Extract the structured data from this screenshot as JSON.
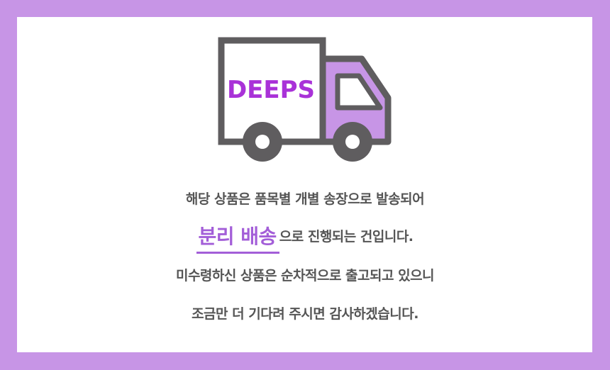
{
  "colors": {
    "border": "#c795e6",
    "panel": "#ffffff",
    "truck_outline": "#5f5d5f",
    "truck_cab_fill": "#c795e6",
    "brand_text": "#a932d8",
    "highlight": "#a35ed8",
    "body_text": "#555555"
  },
  "truck": {
    "icon": "delivery-truck-icon",
    "brand_label": "DEEPS"
  },
  "message": {
    "line1": "해당 상품은 품목별 개별 송장으로 발송되어",
    "line2_highlight": "분리 배송",
    "line2_rest": "으로 진행되는 건입니다.",
    "line3": "미수령하신 상품은 순차적으로 출고되고 있으니",
    "line4": "조금만 더 기다려 주시면 감사하겠습니다."
  }
}
